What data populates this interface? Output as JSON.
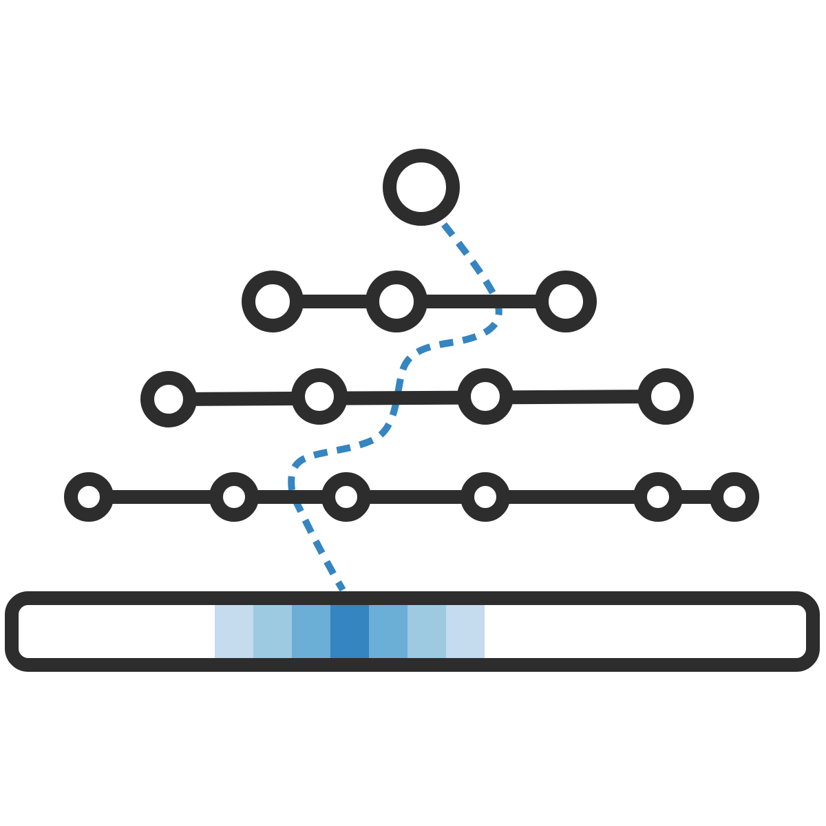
{
  "colors": {
    "stroke": "#2d2d2d",
    "trace": "#3585c1",
    "background": "#ffffff"
  },
  "gradient_bar": {
    "segment_colors": [
      "#c5dbee",
      "#9ecae1",
      "#6baed6",
      "#3585c1",
      "#6baed6",
      "#9ecae1",
      "#c5dbee"
    ]
  },
  "tree": {
    "level_node_counts": [
      1,
      3,
      4,
      6
    ]
  }
}
